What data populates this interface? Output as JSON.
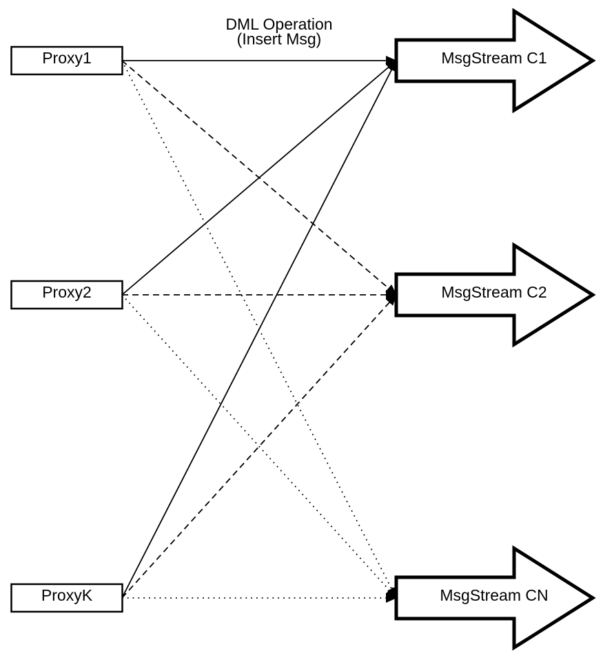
{
  "diagram": {
    "annotation": {
      "line1": "DML Operation",
      "line2": "(Insert Msg)"
    },
    "proxies": [
      {
        "id": "proxy1",
        "label": "Proxy1"
      },
      {
        "id": "proxy2",
        "label": "Proxy2"
      },
      {
        "id": "proxyk",
        "label": "ProxyK"
      }
    ],
    "streams": [
      {
        "id": "c1",
        "label": "MsgStream C1"
      },
      {
        "id": "c2",
        "label": "MsgStream C2"
      },
      {
        "id": "cn",
        "label": "MsgStream CN"
      }
    ],
    "edges": [
      {
        "from": "proxy1",
        "to": "c1",
        "style": "solid"
      },
      {
        "from": "proxy2",
        "to": "c1",
        "style": "solid"
      },
      {
        "from": "proxyk",
        "to": "c1",
        "style": "solid"
      },
      {
        "from": "proxy1",
        "to": "c2",
        "style": "dashed"
      },
      {
        "from": "proxy2",
        "to": "c2",
        "style": "dashed"
      },
      {
        "from": "proxyk",
        "to": "c2",
        "style": "dashed"
      },
      {
        "from": "proxy1",
        "to": "cn",
        "style": "dotted"
      },
      {
        "from": "proxy2",
        "to": "cn",
        "style": "dotted"
      },
      {
        "from": "proxyk",
        "to": "cn",
        "style": "dotted"
      }
    ],
    "colors": {
      "stroke": "#000000",
      "fill": "#ffffff",
      "background": "#ffffff"
    }
  }
}
